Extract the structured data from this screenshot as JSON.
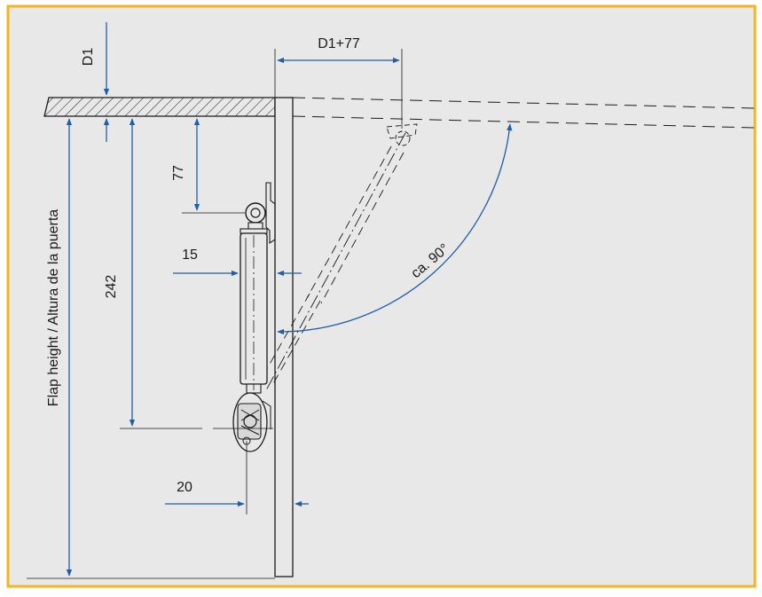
{
  "diagram": {
    "labels": {
      "d1": "D1",
      "d1_plus_77": "D1+77",
      "dim_77": "77",
      "dim_15": "15",
      "dim_242": "242",
      "dim_20": "20",
      "angle": "ca. 90°",
      "flap_height": "Flap height / Altura de la puerta"
    },
    "colors": {
      "frame_border": "#f3b524",
      "background": "#e8e8e8",
      "dimension_line": "#1f5fa8",
      "drawing_line": "#1a1a1a"
    }
  }
}
